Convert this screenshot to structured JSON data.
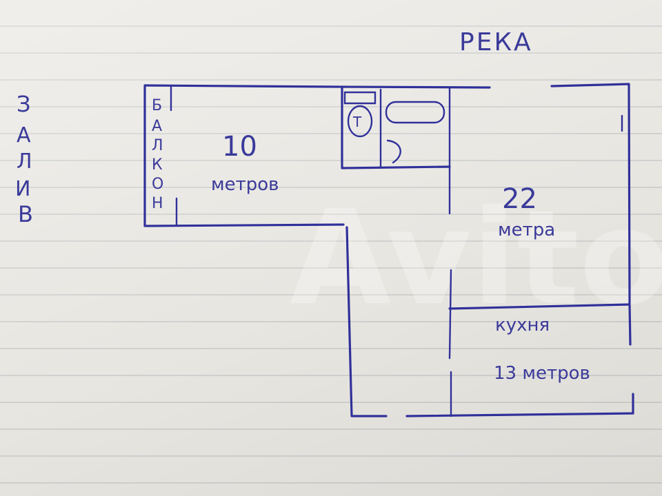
{
  "labels": {
    "river": "РЕКА",
    "bay": [
      "З",
      "А",
      "Л",
      "И",
      "В"
    ],
    "balcony": [
      "Б",
      "А",
      "Л",
      "К",
      "О",
      "Н"
    ],
    "room_small_number": "10",
    "room_small_unit": "метров",
    "room_large_number": "22",
    "room_large_unit": "метра",
    "kitchen_name": "кухня",
    "kitchen_area": "13 метров",
    "toilet_mark": "Т"
  },
  "watermark": "Avito",
  "colors": {
    "ink": "#30309a",
    "paper": "#e8e6e1",
    "rule": "#cfd1cf"
  }
}
